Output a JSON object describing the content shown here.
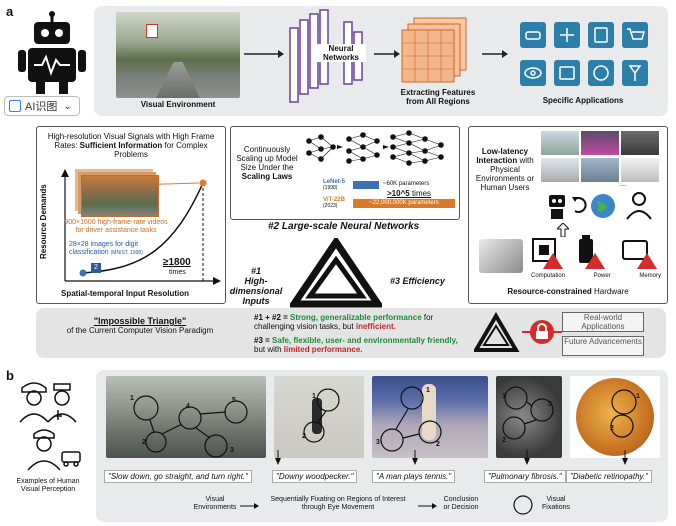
{
  "labels": {
    "a": "a",
    "b": "b"
  },
  "ai_button": {
    "label": "AI识图",
    "chevron": "⌄"
  },
  "top": {
    "visual_environment": "Visual Environment",
    "neural_networks": "Neural\nNetworks",
    "extracting_features": "Extracting Features\nfrom All Regions",
    "specific_applications": "Specific Applications"
  },
  "box1": {
    "title_pre": "High-resolution Visual Signals with High Frame Rates: ",
    "title_bold": "Sufficient Information",
    "title_post": " for Complex Problems",
    "ylabel": "Resource Demands",
    "xlabel": "Spatial-temporal Input Resolution",
    "videos_note": "900×1600 high-frame-rate videos for driver assistance tasks",
    "mnist_note": "28×28 images for digit classification",
    "mnist_ref": "(MNIST, 1998)",
    "multiplier": "≥1800",
    "times": "times"
  },
  "box2": {
    "desc_pre": "Continuously Scaling up Model Size Under the ",
    "desc_bold": "Scaling Laws",
    "lenet": "LeNet-5",
    "lenet_year": "(1998)",
    "lenet_params": "~60K parameters",
    "vit": "ViT-22B",
    "vit_year": "(2023)",
    "vit_params": "~22,000,000K parameters",
    "multiplier": ">10^5",
    "times": "times",
    "caption_num": "#2",
    "caption": "Large-scale Neural Networks"
  },
  "box3": {
    "desc_bold": "Low-latency Interaction",
    "desc_post": "with Physical Environments or Human Users",
    "chip_labels": [
      "Computation",
      "Power",
      "Memory"
    ],
    "footer_bold": "Resource-constrained",
    "footer_post": " Hardware",
    "more_images": "...."
  },
  "triangle": {
    "n1": "#1",
    "label1": "High-dimensional\nInputs",
    "n3": "#3",
    "label3": "Efficiency"
  },
  "summary": {
    "title": "\"Impossible Triangle\"",
    "subtitle": "of the Current Computer Vision Paradigm",
    "eq1_lhs": "#1 + #2 =",
    "eq1_a": "Strong, generalizable performance",
    "eq1_b": " for challenging vision tasks, but ",
    "eq1_c": "inefficient.",
    "eq2_lhs": "#3 =",
    "eq2_a": "Safe, flexible, user- and environmentally friendly,",
    "eq2_b": " but with ",
    "eq2_c": "limited performance.",
    "btn1": "Real-world Applications",
    "btn2": "Future Advancements"
  },
  "bottom": {
    "human_caption": "Examples of Human\nVisual Perception",
    "quotes": [
      "\"Slow down, go straight, and turn right.\"",
      "\"Downy woodpecker.\"",
      "\"A man plays tennis.\"",
      "\"Pulmonary fibrosis.\"",
      "\"Diabetic retinopathy.\""
    ],
    "legend_env": "Visual\nEnvironments",
    "legend_fix": "Sequentially Fixating on Regions of Interest\nthrough Eye Movement",
    "legend_conc": "Conclusion\nor Decision",
    "legend_visual": "Visual\nFixations",
    "nums": [
      "1",
      "2",
      "3",
      "4",
      "5"
    ]
  }
}
